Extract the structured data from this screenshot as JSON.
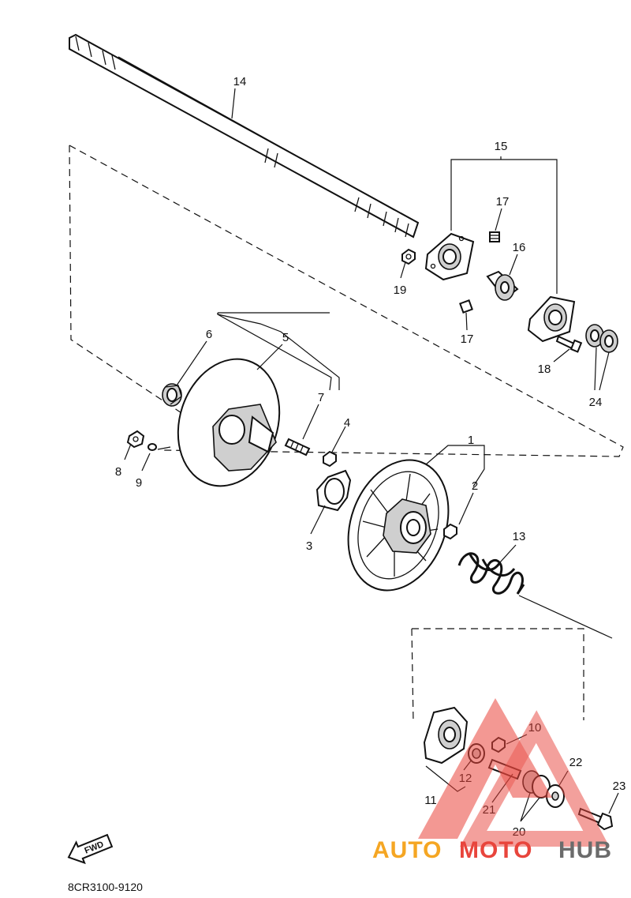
{
  "callouts": {
    "c1": "1",
    "c2": "2",
    "c3": "3",
    "c4": "4",
    "c5": "5",
    "c6": "6",
    "c7": "7",
    "c8": "8",
    "c9": "9",
    "c10": "10",
    "c11": "11",
    "c12": "12",
    "c13": "13",
    "c14": "14",
    "c15": "15",
    "c16": "16",
    "c17a": "17",
    "c17b": "17",
    "c18": "18",
    "c19": "19",
    "c20": "20",
    "c21": "21",
    "c22": "22",
    "c23": "23",
    "c24": "24"
  },
  "fwd_label": "FWD",
  "diagram_code": "8CR3100-9120",
  "watermark": {
    "part1": "AUTO",
    "part2": "MOTO",
    "part3": "HUB",
    "color1": "#f5a623",
    "color2": "#e8453c",
    "color3": "#6b6b6b"
  }
}
